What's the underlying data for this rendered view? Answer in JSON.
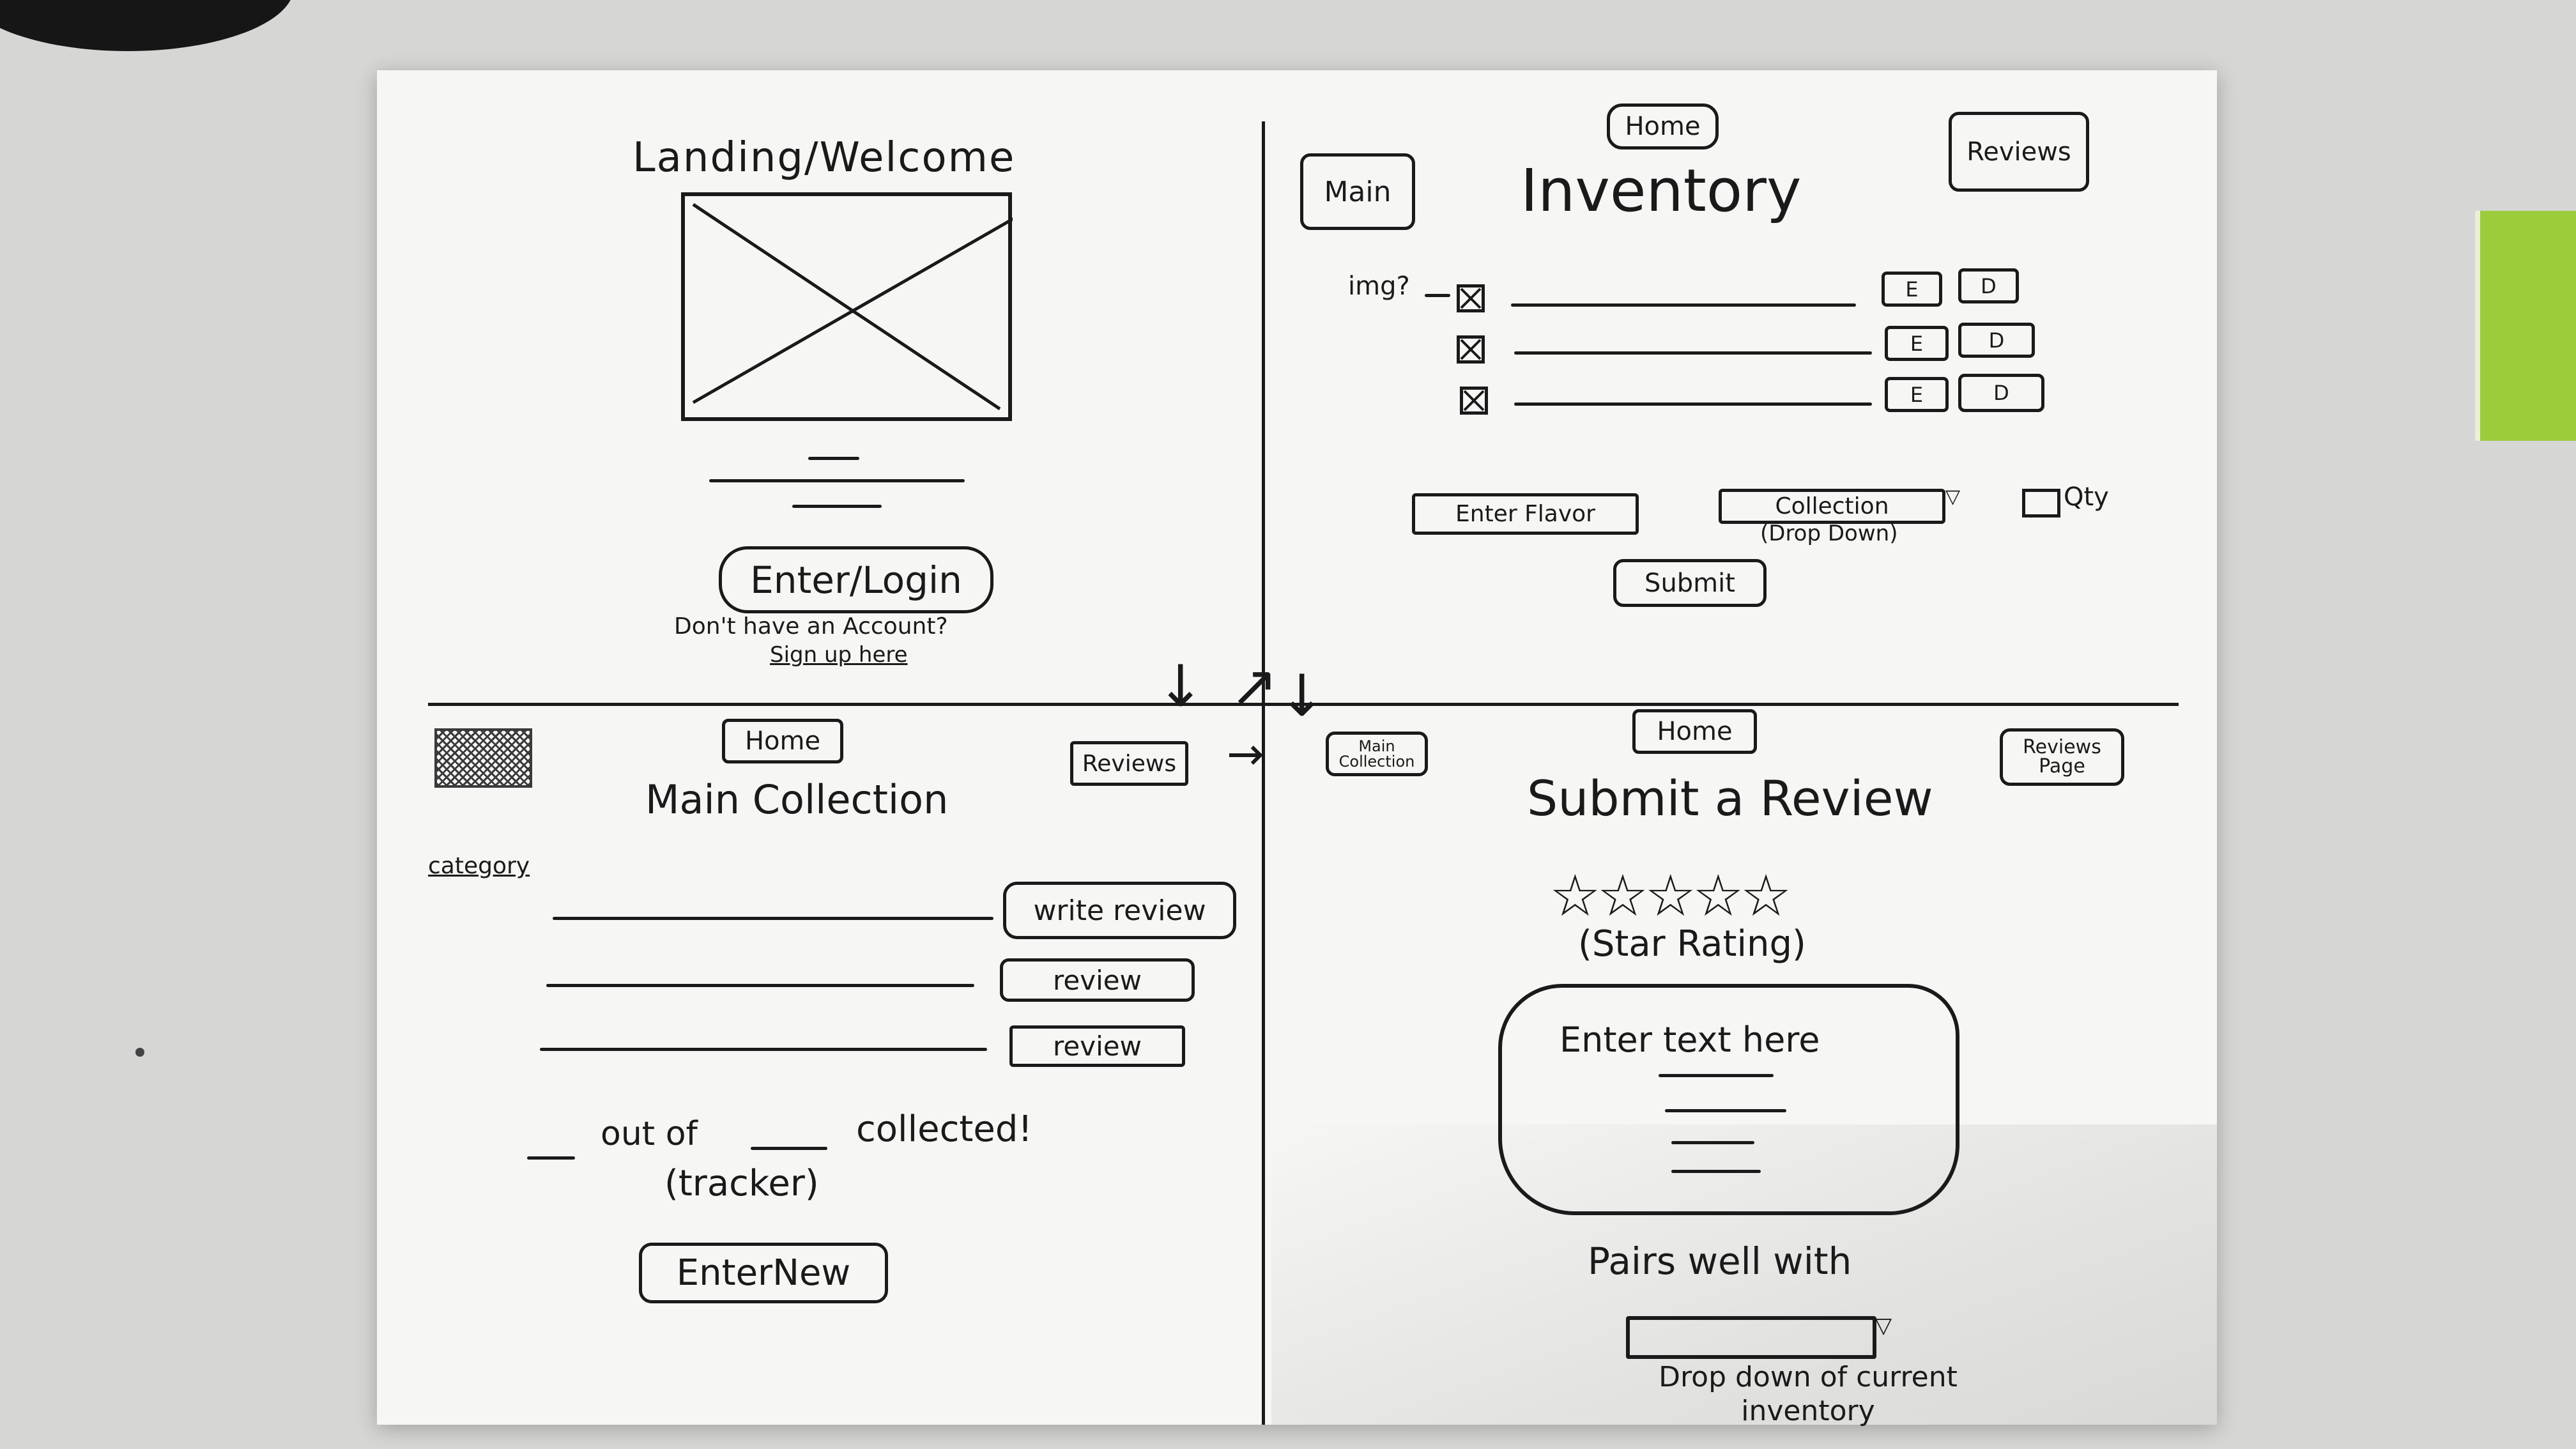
{
  "landing": {
    "title": "Landing/Welcome",
    "login_button": "Enter/Login",
    "no_account_text": "Don't have an Account?",
    "signup_link": "Sign up here"
  },
  "inventory": {
    "home_button": "Home",
    "main_button": "Main",
    "title": "Inventory",
    "reviews_button": "Reviews",
    "img_label": "img?",
    "edit_label": "E",
    "delete_label": "D",
    "flavor_input": "Enter Flavor",
    "collection_dropdown": "Collection",
    "dropdown_note": "(Drop Down)",
    "qty_label": "Qty",
    "submit_button": "Submit"
  },
  "main_collection": {
    "home_button": "Home",
    "reviews_button": "Reviews",
    "title": "Main Collection",
    "category_label": "category",
    "write_review_button": "write review",
    "review_button": "review",
    "tracker_text": "out of",
    "tracker_text_2": "collected!",
    "tracker_note": "(tracker)",
    "enter_new_button": "EnterNew"
  },
  "submit_review": {
    "main_collection_button": "Main Collection",
    "home_button": "Home",
    "reviews_page_button": "Reviews Page",
    "title": "Submit a Review",
    "stars": "☆☆☆☆☆",
    "star_note": "(Star Rating)",
    "textarea_placeholder": "Enter text here",
    "pairs_label": "Pairs well with",
    "dropdown_note": "Drop down of current inventory"
  },
  "icons": {
    "image_placeholder": "x-box-icon",
    "dropdown": "triangle-down-icon",
    "scribble": "scribble-icon",
    "arrows": "arrow-icon"
  }
}
